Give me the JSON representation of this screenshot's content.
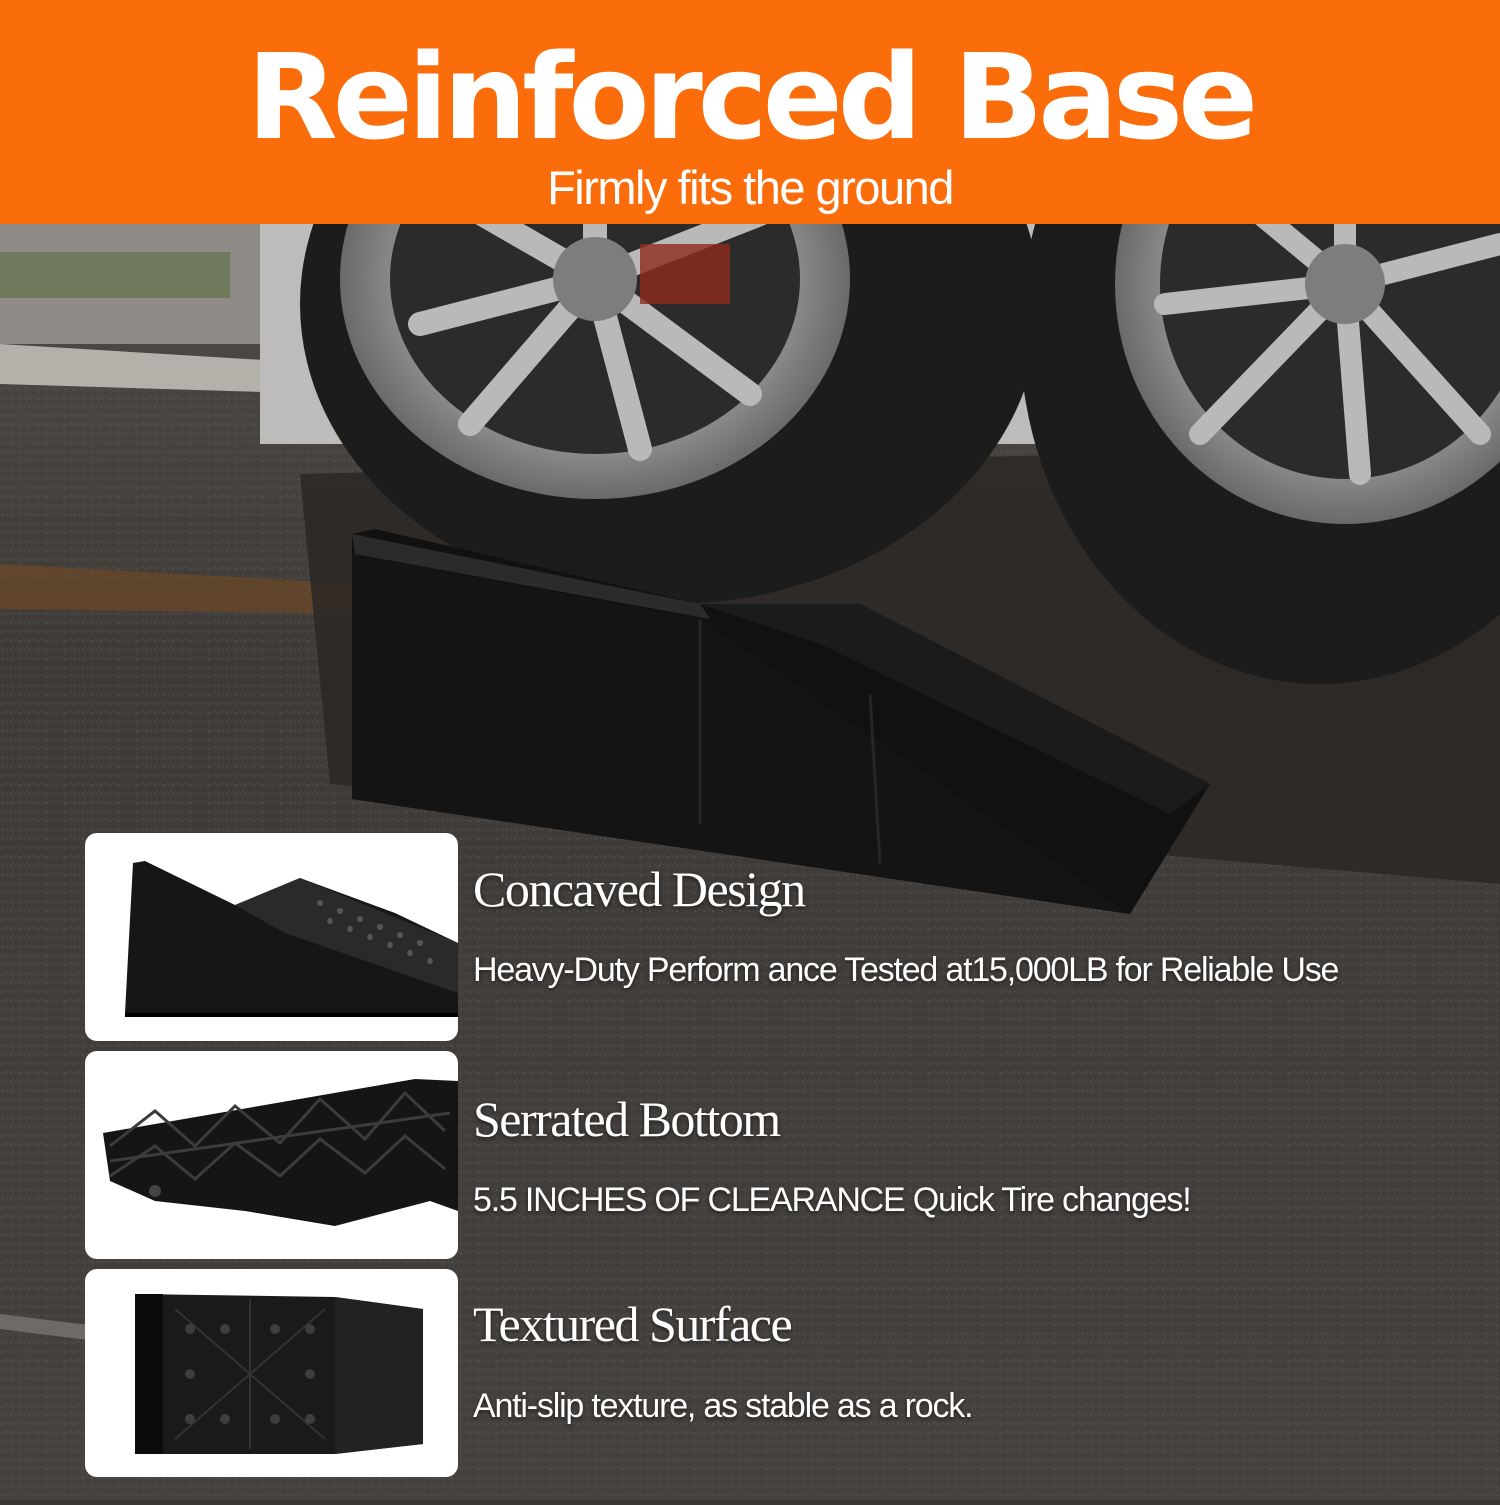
{
  "header": {
    "title": "Reinforced Base",
    "subtitle": "Firmly fits the ground",
    "background_color": "#fb6c0b",
    "text_color": "#ffffff"
  },
  "features": [
    {
      "title": "Concaved Design",
      "description": "Heavy-Duty Perform ance Tested at15,000LB for Reliable Use"
    },
    {
      "title": "Serrated Bottom",
      "description": "5.5 INCHES OF CLEARANCE Quick Tire changes!"
    },
    {
      "title": "Textured Surface",
      "description": "Anti-slip texture, as stable as a rock."
    }
  ]
}
